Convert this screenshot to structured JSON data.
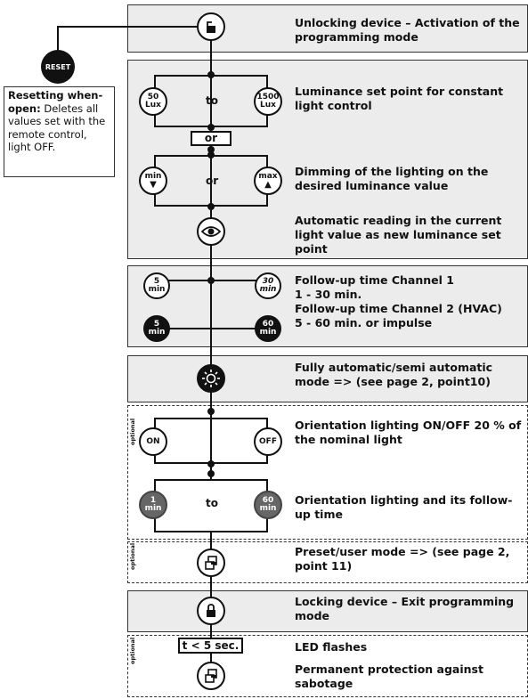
{
  "sections": {
    "unlock": {
      "desc": "Unlocking device – Activation of the programming mode"
    },
    "luminance": {
      "left_value": "50",
      "left_unit": "Lux",
      "mid": "to",
      "right_value": "1500",
      "right_unit": "Lux",
      "desc": "Luminance set point for constant light control",
      "or_box": "or",
      "dim_left": "min",
      "dim_mid": "or",
      "dim_right": "max",
      "dim_desc": "Dimming of the lighting on the desired luminance value",
      "eye_desc": "Automatic reading in the current light value as new luminance set point"
    },
    "followup": {
      "c1_left_value": "5",
      "c1_left_unit": "min",
      "c1_right_value": "30",
      "c1_right_unit": "min",
      "c2_left_value": "5",
      "c2_left_unit": "min",
      "c2_right_value": "60",
      "c2_right_unit": "min",
      "desc_line1": "Follow-up time Channel 1",
      "desc_line2": "1 - 30 min.",
      "desc_line3": "Follow-up time Channel 2 (HVAC)",
      "desc_line4": "5 - 60 min. or impulse"
    },
    "auto": {
      "desc": "Fully automatic/semi automatic mode => (see page 2, point10)"
    },
    "orientation": {
      "optional": "optional",
      "on": "ON",
      "off": "OFF",
      "desc": "Orientation lighting ON/OFF 20 % of the nominal light",
      "t_left_value": "1",
      "t_left_unit": "min",
      "t_mid": "to",
      "t_right_value": "60",
      "t_right_unit": "min",
      "t_desc": "Orientation lighting and its follow-up time"
    },
    "preset": {
      "optional": "optional",
      "desc": "Preset/user mode => (see page 2, point 11)"
    },
    "lock": {
      "desc": "Locking device – Exit programming mode"
    },
    "sabotage": {
      "optional": "optional",
      "timebox": "t < 5 sec.",
      "desc1": "LED flashes",
      "desc2": "Permanent protection against sabotage"
    }
  },
  "reset": {
    "button": "RESET",
    "note_bold": "Resetting when-open:",
    "note_text": "Deletes all values set with the remote control, light OFF."
  }
}
